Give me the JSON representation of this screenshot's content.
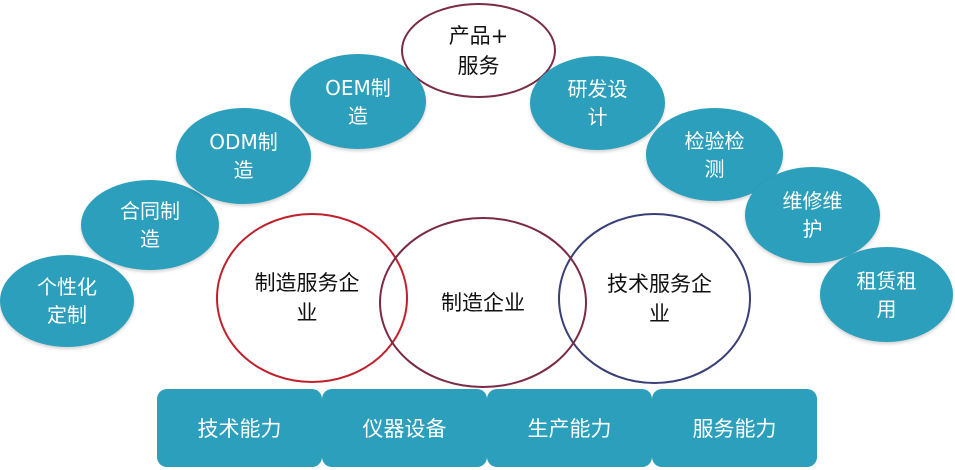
{
  "top_node": {
    "line1": "产品+",
    "line2": "服务"
  },
  "left_nodes": [
    {
      "line1": "个性化",
      "line2": "定制"
    },
    {
      "line1": "合同制",
      "line2": "造"
    },
    {
      "line1": "ODM制",
      "line2": "造"
    },
    {
      "line1": "OEM制",
      "line2": "造"
    }
  ],
  "right_nodes": [
    {
      "line1": "研发设",
      "line2": "计"
    },
    {
      "line1": "检验检",
      "line2": "测"
    },
    {
      "line1": "维修维",
      "line2": "护"
    },
    {
      "line1": "租赁租",
      "line2": "用"
    }
  ],
  "center": {
    "left": {
      "line1": "制造服务企",
      "line2": "业"
    },
    "middle": {
      "line1": "制造企业"
    },
    "right": {
      "line1": "技术服务企",
      "line2": "业"
    }
  },
  "capabilities": [
    "技术能力",
    "仪器设备",
    "生产能力",
    "服务能力"
  ],
  "colors": {
    "teal": "#2b9fbb",
    "left_ring": "#c0202c",
    "middle_ring": "#7a2b45",
    "right_ring": "#3a3f78",
    "top_ring": "#7a2b45"
  }
}
